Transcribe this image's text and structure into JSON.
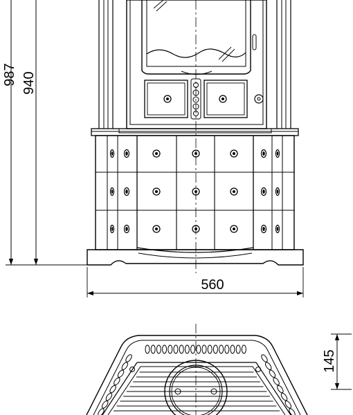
{
  "diagram": {
    "ink_color": "#000000",
    "background_color": "#ffffff",
    "dimensions": {
      "overall_height": "987",
      "body_height": "940",
      "width": "560",
      "top_depth": "145"
    }
  }
}
